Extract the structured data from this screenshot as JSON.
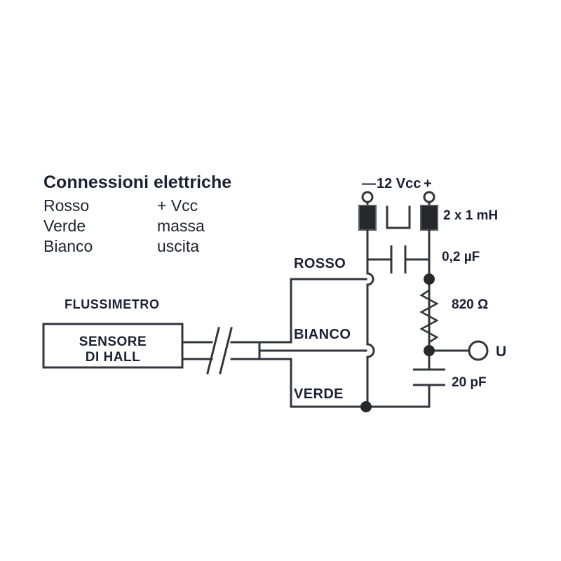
{
  "figure": {
    "background_color": "#ffffff",
    "ink_color": "#32353c",
    "text_color": "#1b2134"
  },
  "legend": {
    "heading": "Connessioni elettriche",
    "rows": [
      {
        "wire": "Rosso",
        "function": "+ Vcc"
      },
      {
        "wire": "Verde",
        "function": "massa"
      },
      {
        "wire": "Bianco",
        "function": "uscita"
      }
    ]
  },
  "sensor": {
    "title": "FLUSSIMETRO",
    "block_line1": "SENSORE",
    "block_line2": "DI HALL",
    "cable_break_symbol": "//"
  },
  "wire_labels": {
    "rosso": "ROSSO",
    "bianco": "BIANCO",
    "verde": "VERDE"
  },
  "supply": {
    "minus_sign": "—",
    "label": "12 Vcc",
    "plus_sign": "+"
  },
  "components": {
    "inductors": "2 x 1 mH",
    "capacitor_filter": "0,2 µF",
    "resistor": "820 Ω",
    "capacitor_output": "20 pF"
  },
  "output": {
    "label": "U"
  }
}
